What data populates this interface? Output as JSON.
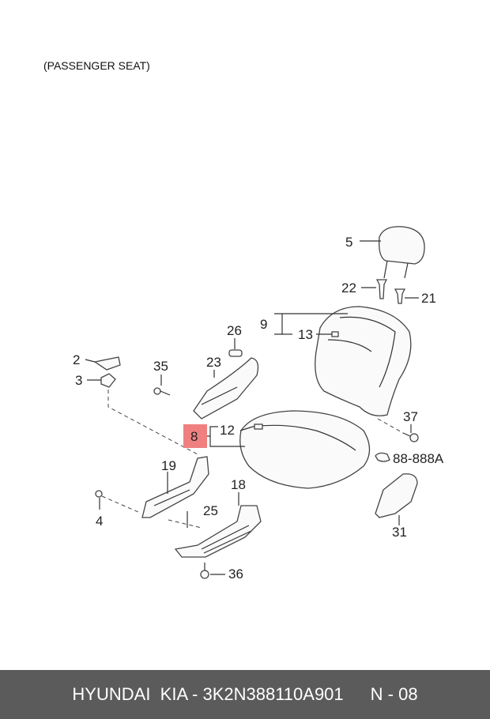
{
  "caption": "(PASSENGER SEAT)",
  "footer": {
    "part_number": "HYUNDAI  KIA - 3K2N388110A901",
    "page": "N - 08"
  },
  "highlight_color": "#f08080",
  "callouts": [
    {
      "id": "5",
      "label": "5"
    },
    {
      "id": "22",
      "label": "22"
    },
    {
      "id": "21",
      "label": "21"
    },
    {
      "id": "9",
      "label": "9"
    },
    {
      "id": "13",
      "label": "13"
    },
    {
      "id": "26",
      "label": "26"
    },
    {
      "id": "2",
      "label": "2"
    },
    {
      "id": "35",
      "label": "35"
    },
    {
      "id": "23",
      "label": "23"
    },
    {
      "id": "3",
      "label": "3"
    },
    {
      "id": "37",
      "label": "37"
    },
    {
      "id": "8",
      "label": "8"
    },
    {
      "id": "12",
      "label": "12"
    },
    {
      "id": "88-888A",
      "label": "88-888A"
    },
    {
      "id": "19",
      "label": "19"
    },
    {
      "id": "4",
      "label": "4"
    },
    {
      "id": "25",
      "label": "25"
    },
    {
      "id": "18",
      "label": "18"
    },
    {
      "id": "31",
      "label": "31"
    },
    {
      "id": "36",
      "label": "36"
    }
  ]
}
